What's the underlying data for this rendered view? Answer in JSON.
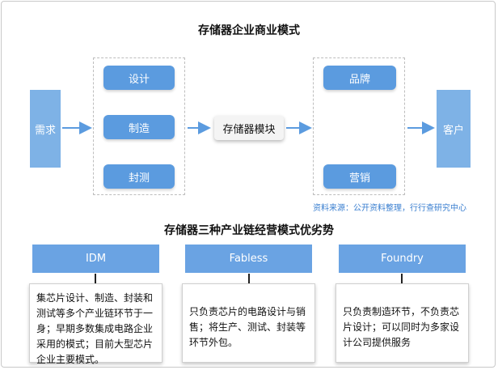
{
  "top_title": "存储器企业商业模式",
  "demand": "需求",
  "process": [
    "设计",
    "制造",
    "封测"
  ],
  "module": "存储器模块",
  "downstream": [
    "品牌",
    "营销"
  ],
  "customer": "客户",
  "source_note": "资料来源：公开资料整理，行行查研究中心",
  "bottom_title": "存储器三种产业链经营模式优劣势",
  "models": [
    {
      "name": "IDM",
      "desc": "集芯片设计、制造、封装和测试等多个产业链环节于一身；早期多数集成电路企业采用的模式；目前大型芯片企业主要模式。"
    },
    {
      "name": "Fabless",
      "desc": "只负责芯片的电路设计与销售；将生产、测试、封装等环节外包。"
    },
    {
      "name": "Foundry",
      "desc": "只负责制造环节，不负责芯片设计；可以同时为多家设计公司提供服务"
    }
  ],
  "colors": {
    "box_blue": "#5b9bdf",
    "side_blue": "#7eb2e6",
    "arrow_blue": "#5b9bdf",
    "source_blue": "#3a7fd0"
  }
}
